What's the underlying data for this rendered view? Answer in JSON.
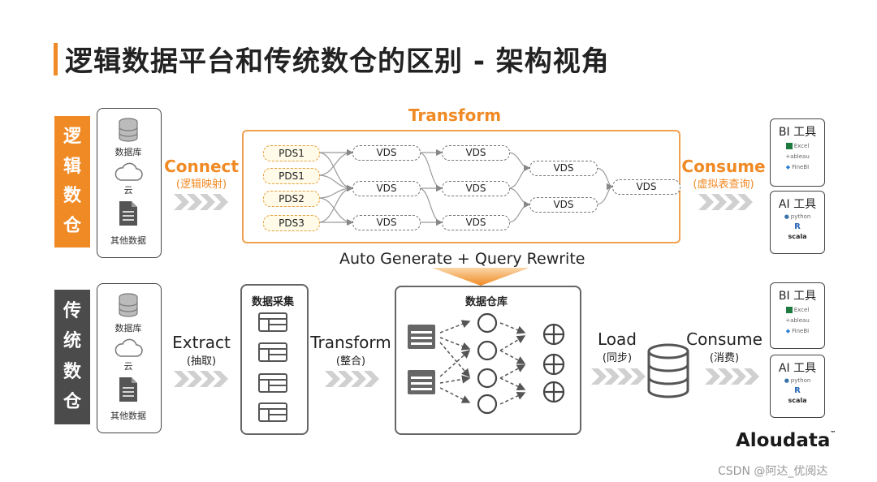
{
  "title": "逻辑数据平台和传统数仓的区别 - 架构视角",
  "logical_tag": [
    "逻",
    "辑",
    "数",
    "仓"
  ],
  "traditional_tag": [
    "传",
    "统",
    "数",
    "仓"
  ],
  "sources": {
    "database": "数据库",
    "cloud": "云",
    "other": "其他数据"
  },
  "logical": {
    "connect": "Connect",
    "connect_sub": "(逻辑映射)",
    "transform": "Transform",
    "pds": [
      "PDS1",
      "PDS1",
      "PDS2",
      "PDS3"
    ],
    "vds": "VDS",
    "consume": "Consume",
    "consume_sub": "(虚拟表查询)"
  },
  "auto_generate": "Auto Generate + Query Rewrite",
  "traditional": {
    "extract": "Extract",
    "extract_sub": "(抽取)",
    "collect": "数据采集",
    "transform": "Transform",
    "transform_sub": "(整合)",
    "warehouse": "数据仓库",
    "load": "Load",
    "load_sub": "(同步)",
    "consume": "Consume",
    "consume_sub": "(消费)"
  },
  "tools": {
    "bi_title": "BI 工具",
    "ai_title": "AI 工具",
    "bi_items": [
      "Excel",
      "+ableau",
      "FineBI"
    ],
    "ai_items": [
      "python",
      "R",
      "scala"
    ]
  },
  "brand": "Aloudata",
  "brand_tm": "™",
  "watermark": "CSDN @阿达_优阅达",
  "colors": {
    "accent": "#f08a24",
    "dark_tag": "#4b4b4b",
    "transform_border": "#f0a050"
  }
}
